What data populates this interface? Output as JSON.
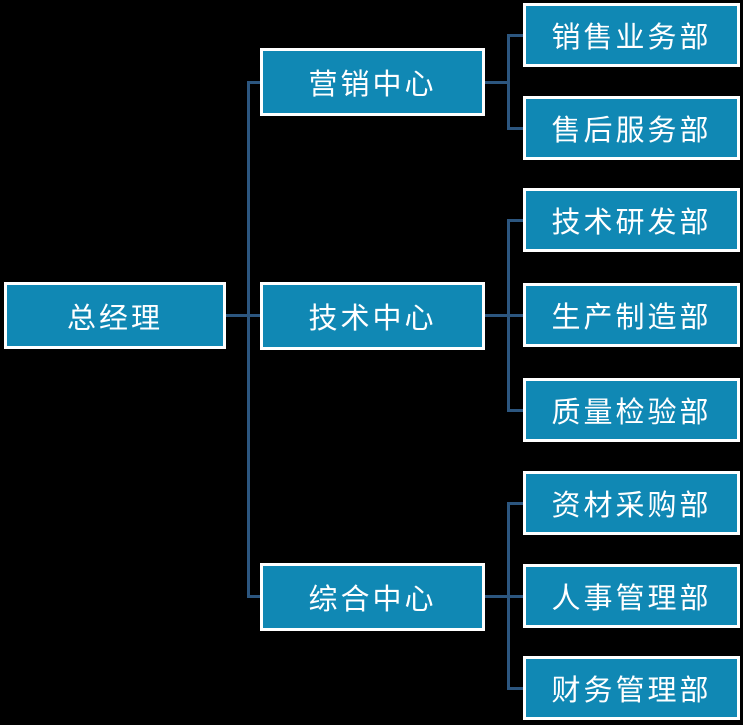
{
  "org_chart": {
    "root": "总经理",
    "branches": [
      {
        "label": "营销中心",
        "departments": [
          "销售业务部",
          "售后服务部"
        ]
      },
      {
        "label": "技术中心",
        "departments": [
          "技术研发部",
          "生产制造部",
          "质量检验部"
        ]
      },
      {
        "label": "综合中心",
        "departments": [
          "资材采购部",
          "人事管理部",
          "财务管理部"
        ]
      }
    ]
  },
  "colors": {
    "background": "#000000",
    "node_fill": "#1088B4",
    "node_border": "#FFFFFF",
    "node_text": "#FFFFFF",
    "connector_line": "#2C567F"
  }
}
